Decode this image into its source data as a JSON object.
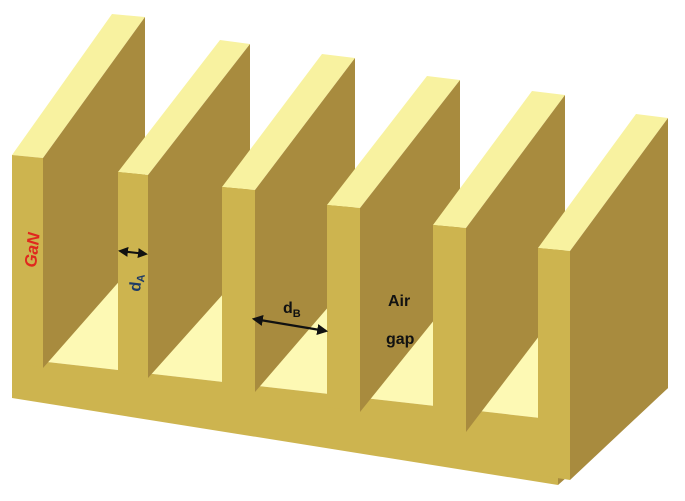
{
  "labels": {
    "material": "GaN",
    "width_a_main": "d",
    "width_a_sub": "A",
    "width_b_main": "d",
    "width_b_sub": "B",
    "gap_line1": "Air",
    "gap_line2": "gap"
  },
  "colors": {
    "top": "#f8f2a0",
    "front": "#cdb44f",
    "side": "#a88b3e",
    "floor": "#fdf9b4",
    "floor_shade": "#e4d27e",
    "material_label": "#e0281e",
    "dimension_label": "#1f3b66",
    "text": "#111111",
    "edge": "#8a7030"
  },
  "structure": {
    "fin_count": 6,
    "icons": [
      "double-arrow-icon",
      "double-arrow-icon"
    ]
  }
}
